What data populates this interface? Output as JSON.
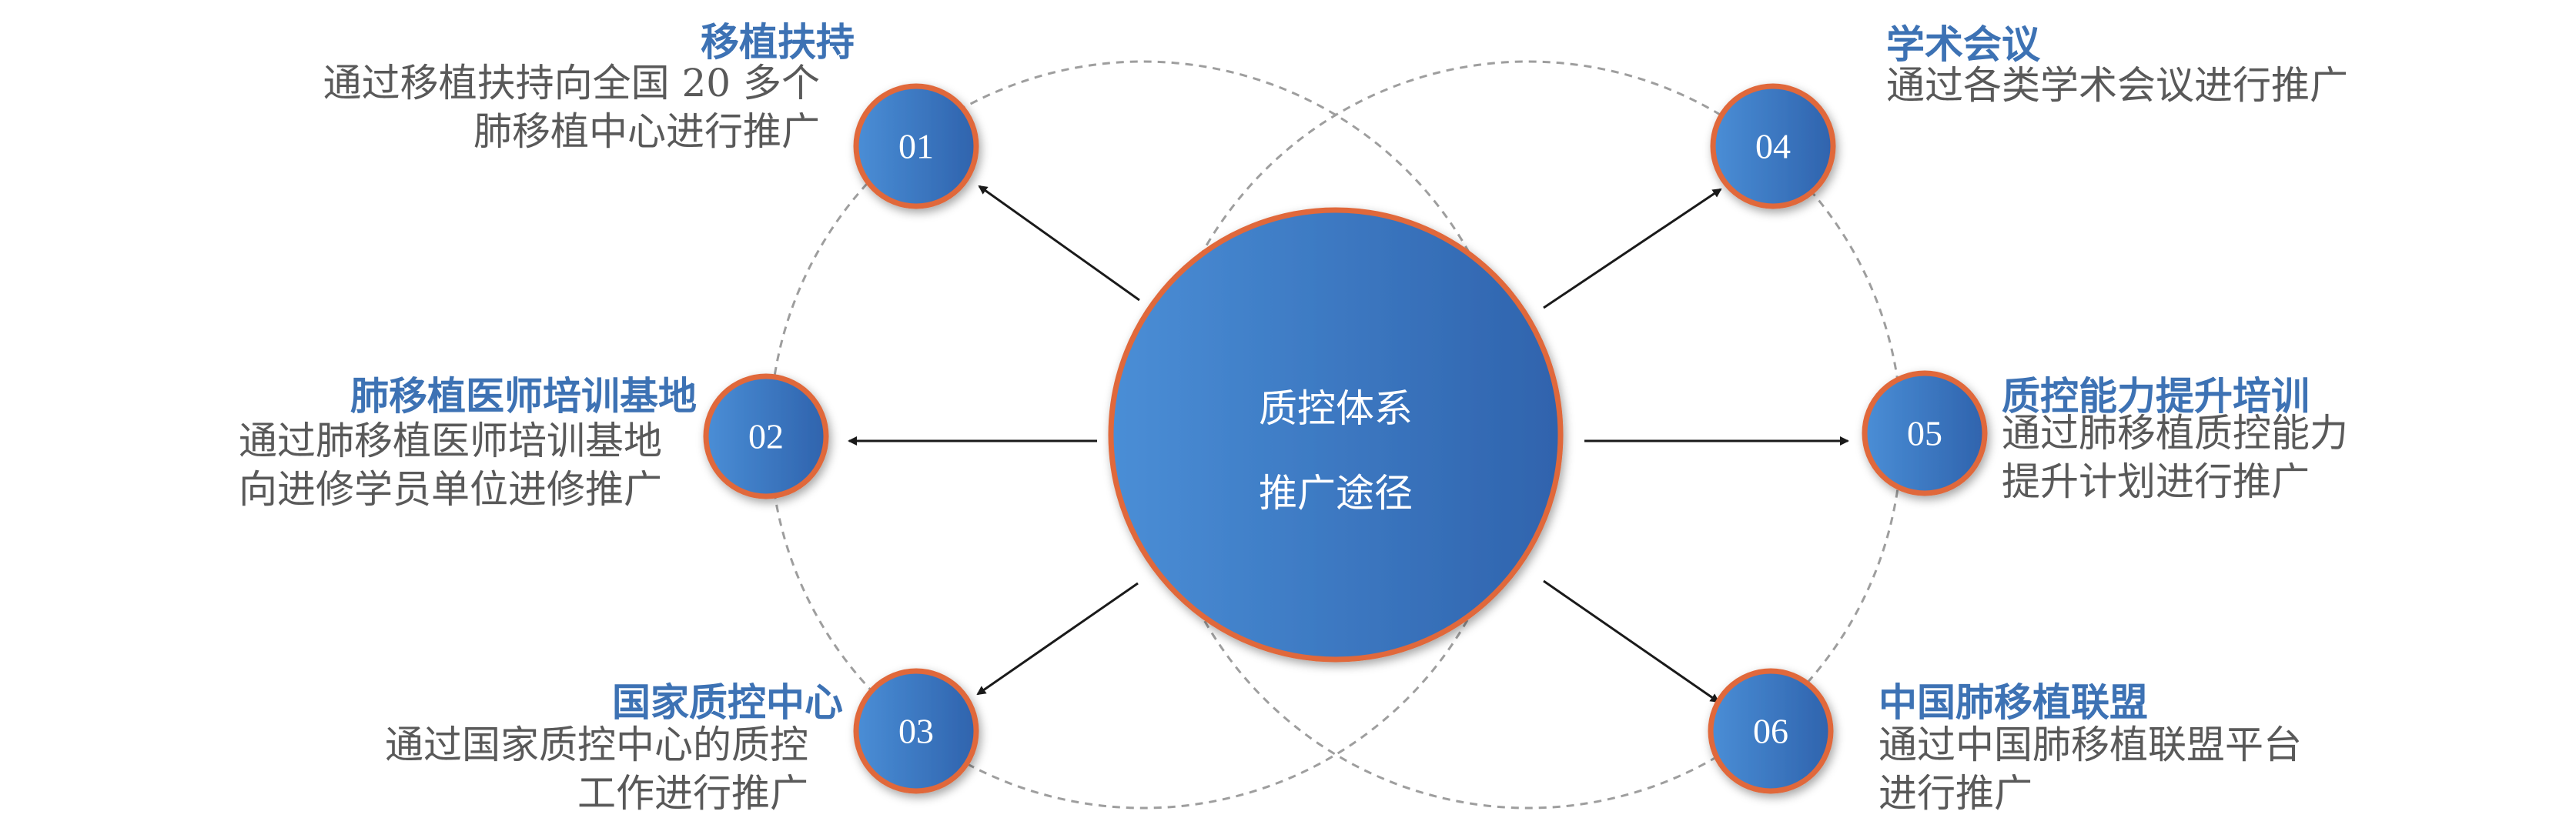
{
  "colors": {
    "title": "#3d72b4",
    "desc": "#595959",
    "circle_fill_light": "#4a8ed6",
    "circle_fill_dark": "#2f63ad",
    "circle_border": "#e0683a",
    "dashed": "#9e9e9e",
    "arrow": "#1a1a1a"
  },
  "center": {
    "line1": "质控体系",
    "line2": "推广途径"
  },
  "nodes": [
    {
      "num": "01",
      "title": "移植扶持",
      "desc": [
        "通过移植扶持向全国 20 多个",
        "肺移植中心进行推广"
      ]
    },
    {
      "num": "02",
      "title": "肺移植医师培训基地",
      "desc": [
        "通过肺移植医师培训基地",
        "向进修学员单位进修推广"
      ]
    },
    {
      "num": "03",
      "title": "国家质控中心",
      "desc": [
        "通过国家质控中心的质控",
        "工作进行推广"
      ]
    },
    {
      "num": "04",
      "title": "学术会议",
      "desc": [
        "通过各类学术会议进行推广"
      ]
    },
    {
      "num": "05",
      "title": "质控能力提升培训",
      "desc": [
        "通过肺移植质控能力",
        "提升计划进行推广"
      ]
    },
    {
      "num": "06",
      "title": "中国肺移植联盟",
      "desc": [
        "通过中国肺移植联盟平台",
        "进行推广"
      ]
    }
  ]
}
